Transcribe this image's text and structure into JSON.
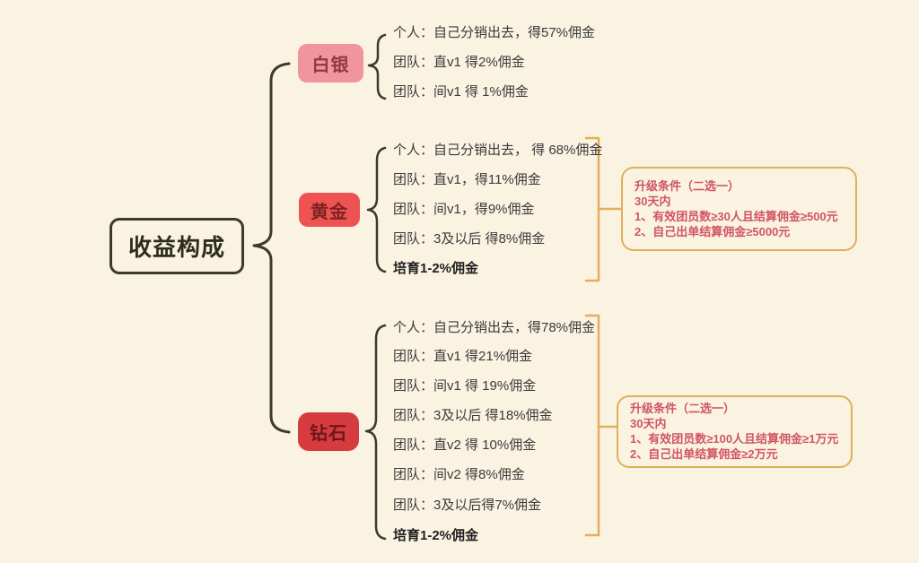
{
  "root": {
    "label": "收益构成"
  },
  "branches": {
    "silver": {
      "label": "白银",
      "items": [
        "个人：自己分销出去，得57%佣金",
        "团队：直v1 得2%佣金",
        "团队：间v1 得 1%佣金"
      ]
    },
    "gold": {
      "label": "黄金",
      "items": [
        "个人：自己分销出去， 得 68%佣金",
        "团队：直v1，得11%佣金",
        "团队：间v1，得9%佣金",
        "团队：3及以后 得8%佣金",
        "培育1-2%佣金"
      ],
      "upgrade": {
        "title": "升级条件（二选一）",
        "period": "30天内",
        "option1": "1、有效团员数≥30人且结算佣金≥500元",
        "option2": "2、自己出单结算佣金≥5000元"
      }
    },
    "diamond": {
      "label": "钻石",
      "items": [
        "个人：自己分销出去，得78%佣金",
        "团队：直v1 得21%佣金",
        "团队：间v1 得 19%佣金",
        "团队：3及以后 得18%佣金",
        "团队：直v2 得 10%佣金",
        "团队：间v2 得8%佣金",
        "团队：3及以后得7%佣金",
        "培育1-2%佣金"
      ],
      "upgrade": {
        "title": "升级条件（二选一）",
        "period": "30天内",
        "option1": "1、有效团员数≥100人且结算佣金≥1万元",
        "option2": "2、自己出单结算佣金≥2万元"
      }
    }
  },
  "colors": {
    "background": "#FAF3E2",
    "line": "#3C3C26",
    "bracket_gold": "#E2AE5B",
    "upgrade_text": "#D15560",
    "silver_fill": "#F2949B",
    "silver_text": "#8D3A3F",
    "gold_fill": "#EE5253",
    "gold_text": "#7E2222",
    "diamond_fill": "#D63B3F",
    "diamond_text": "#6E161A",
    "item_text": "#3A3A3A"
  }
}
